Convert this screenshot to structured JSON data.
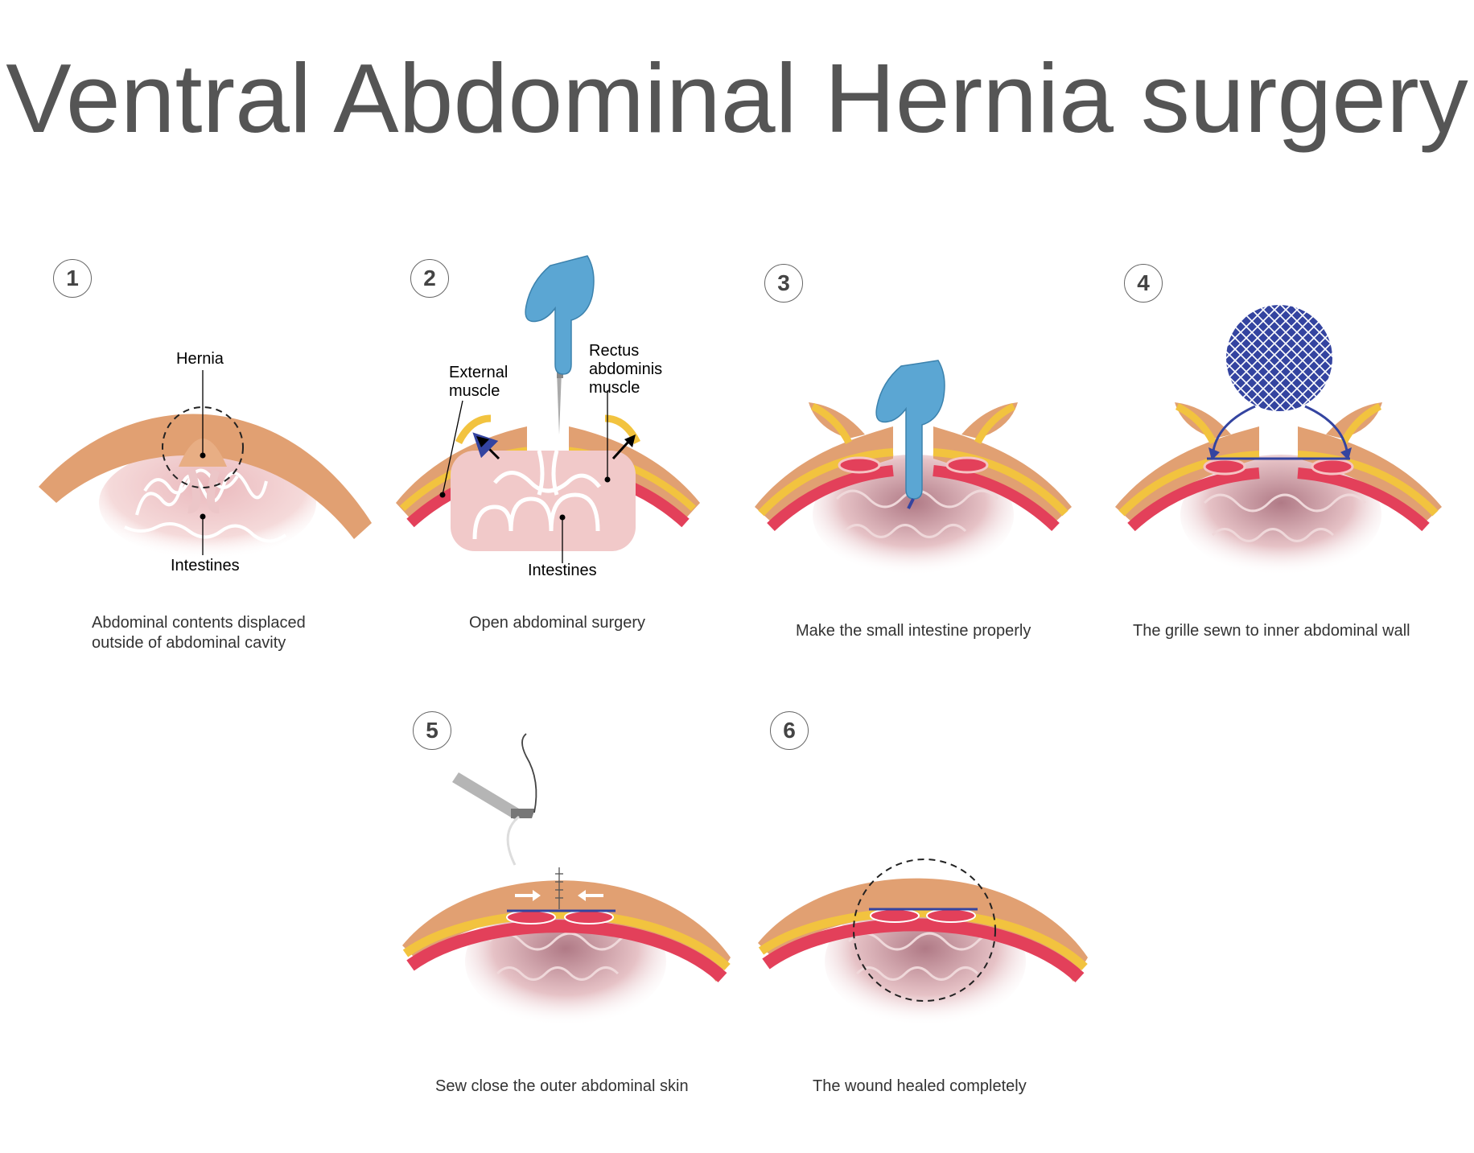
{
  "title": "Ventral Abdominal Hernia surgery",
  "colors": {
    "skin": "#e1a072",
    "fat": "#f2c33f",
    "muscle": "#e3405a",
    "glove": "#5ba6d3",
    "mesh": "#3444a0",
    "intestine": "#f1c9c9",
    "text": "#555555"
  },
  "steps": [
    {
      "number": "1",
      "caption": [
        "Abdominal contents displaced",
        "outside of abdominal cavity"
      ],
      "labels": {
        "hernia": "Hernia",
        "intestines": "Intestines"
      }
    },
    {
      "number": "2",
      "caption": [
        "Open abdominal surgery"
      ],
      "labels": {
        "external": [
          "External",
          "muscle"
        ],
        "rectus": [
          "Rectus",
          "abdominis",
          "muscle"
        ],
        "intestines": "Intestines"
      }
    },
    {
      "number": "3",
      "caption": [
        "Make the small intestine properly"
      ]
    },
    {
      "number": "4",
      "caption": [
        "The grille sewn to inner abdominal wall"
      ]
    },
    {
      "number": "5",
      "caption": [
        "Sew close the outer abdominal skin"
      ]
    },
    {
      "number": "6",
      "caption": [
        "The wound healed completely"
      ]
    }
  ]
}
